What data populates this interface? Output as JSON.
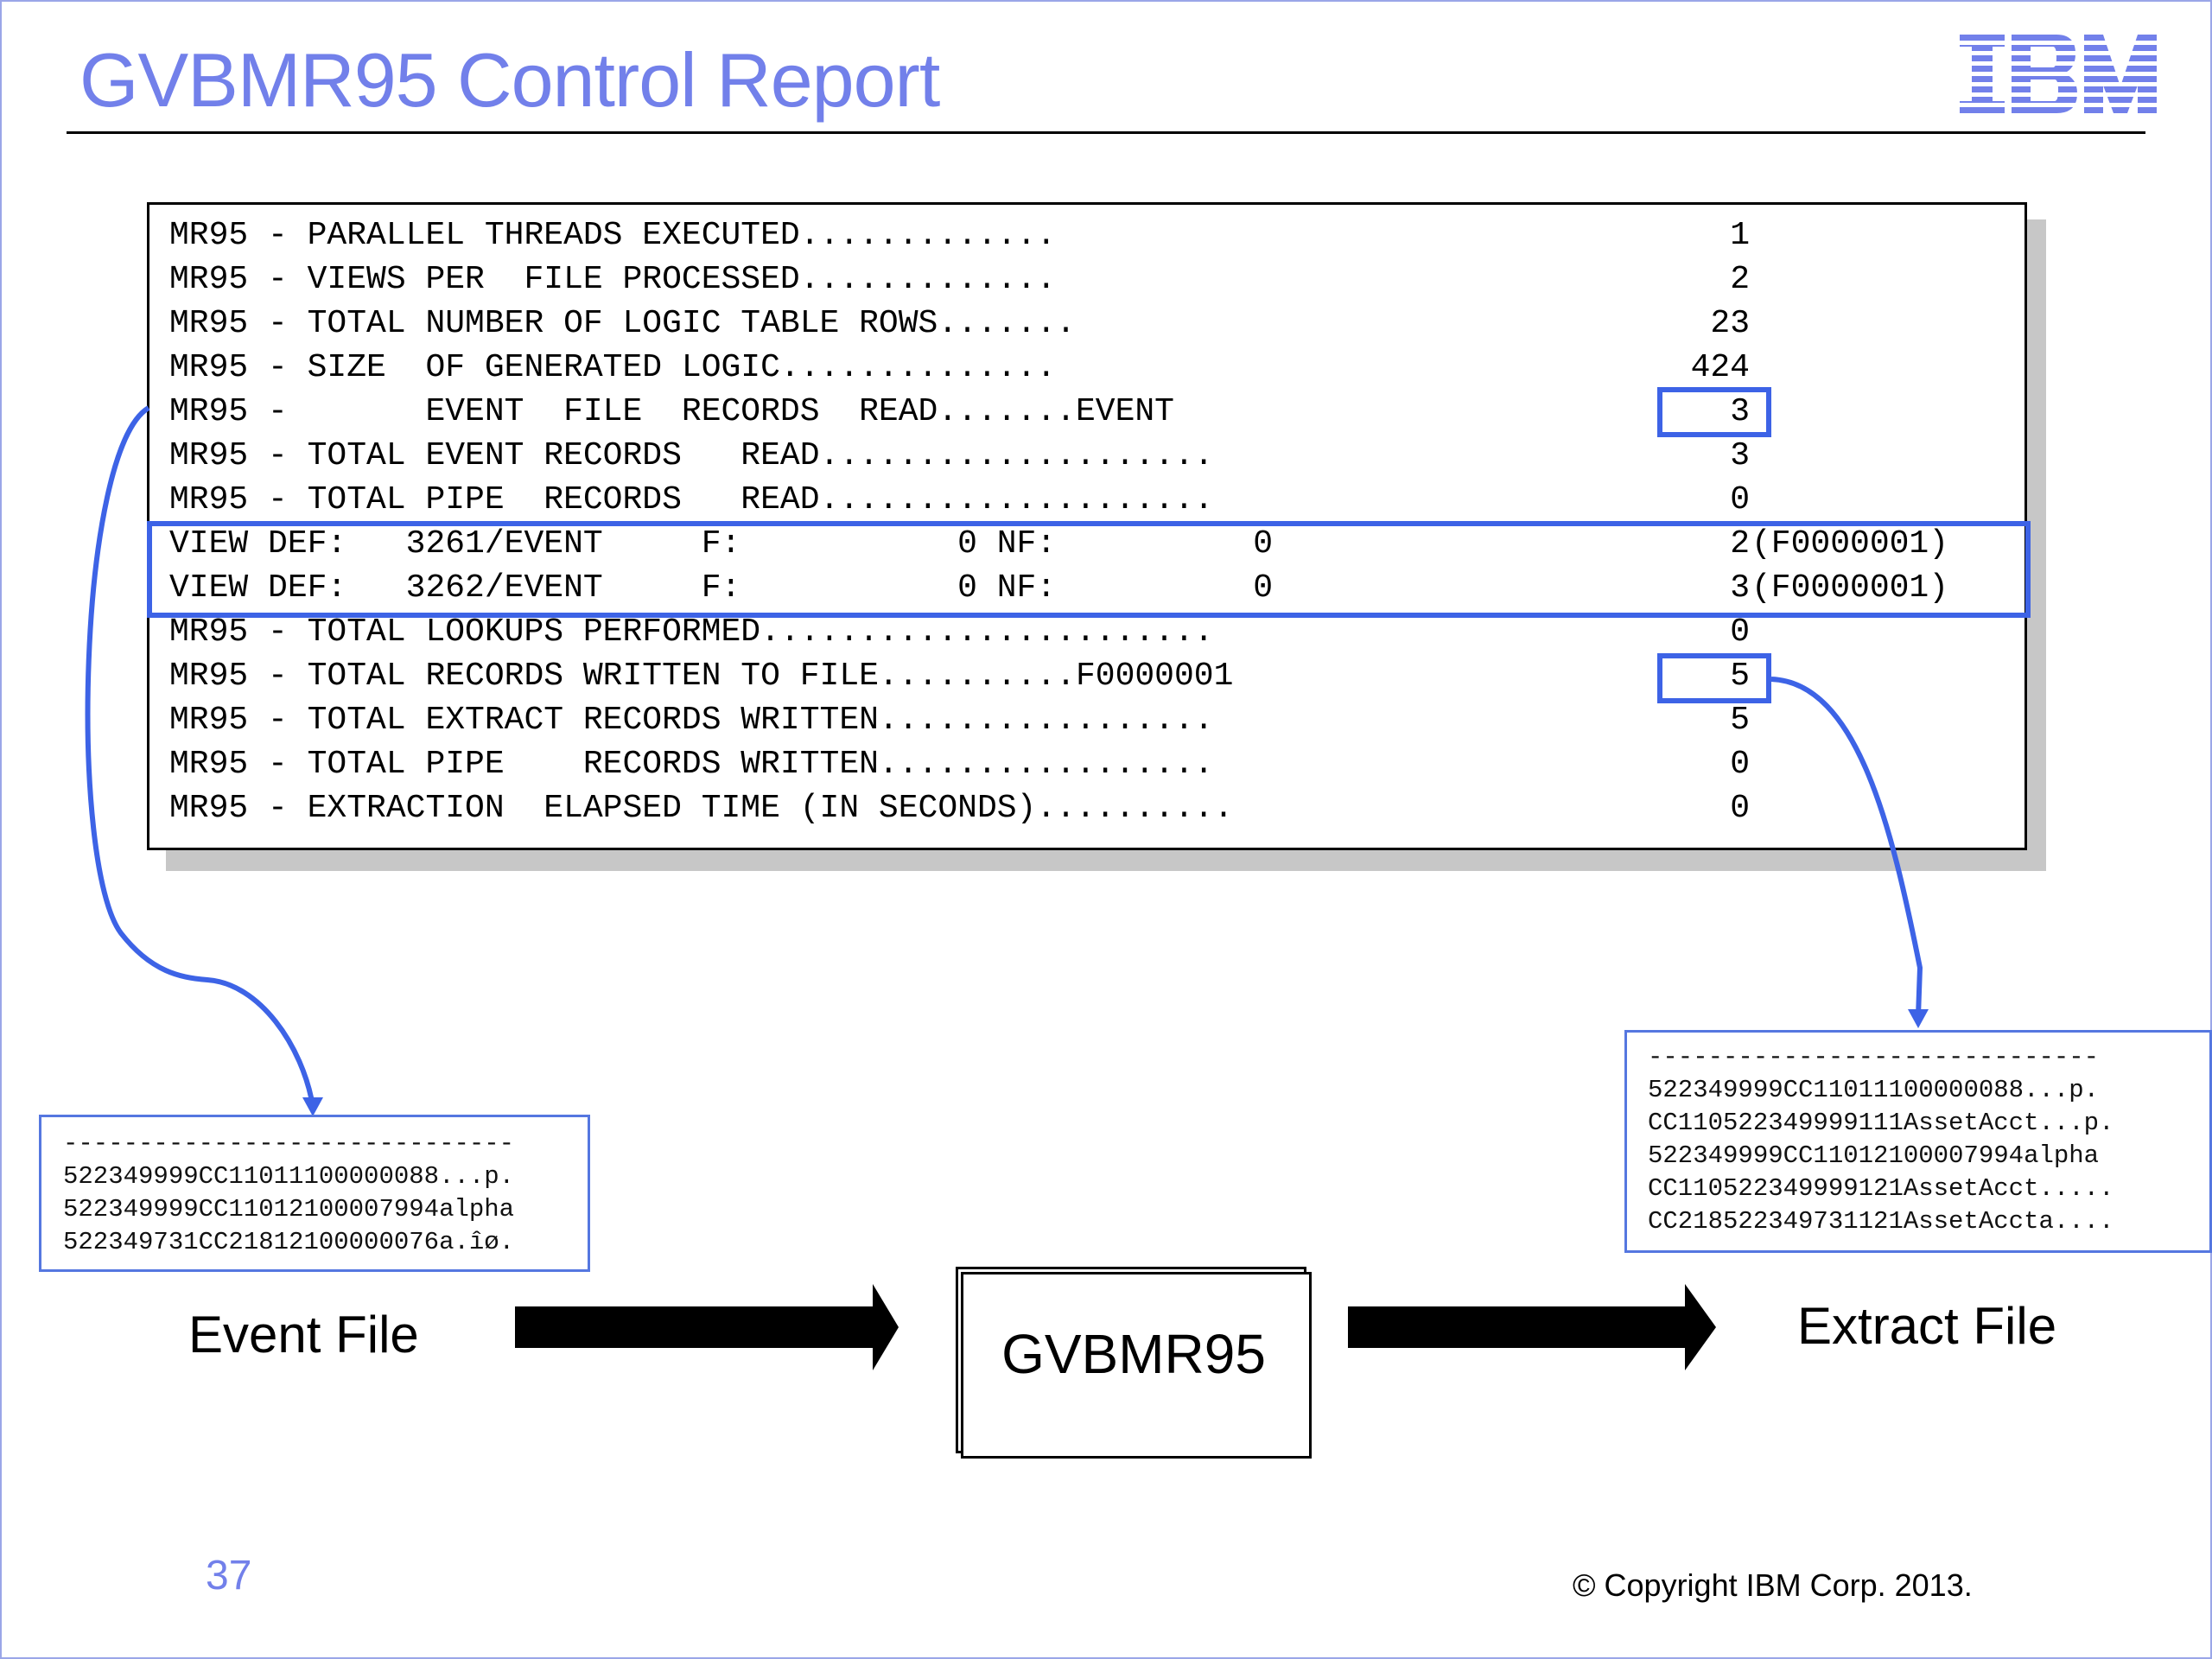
{
  "header": {
    "title": "GVBMR95 Control Report",
    "logo_text": "IBM"
  },
  "report": {
    "lines": [
      {
        "text": "MR95 - PARALLEL THREADS EXECUTED.............",
        "value": "1",
        "suffix": ""
      },
      {
        "text": "MR95 - VIEWS PER  FILE PROCESSED.............",
        "value": "2",
        "suffix": ""
      },
      {
        "text": "MR95 - TOTAL NUMBER OF LOGIC TABLE ROWS.......",
        "value": "23",
        "suffix": ""
      },
      {
        "text": "MR95 - SIZE  OF GENERATED LOGIC..............",
        "value": "424",
        "suffix": ""
      },
      {
        "text": "MR95 -       EVENT  FILE  RECORDS  READ.......EVENT",
        "value": "3",
        "suffix": ""
      },
      {
        "text": "MR95 - TOTAL EVENT RECORDS   READ....................",
        "value": "3",
        "suffix": ""
      },
      {
        "text": "MR95 - TOTAL PIPE  RECORDS   READ....................",
        "value": "0",
        "suffix": ""
      },
      {
        "text": "VIEW DEF:   3261/EVENT     F:           0 NF:          0",
        "value": "2",
        "suffix": "(F0000001)"
      },
      {
        "text": "VIEW DEF:   3262/EVENT     F:           0 NF:          0",
        "value": "3",
        "suffix": "(F0000001)"
      },
      {
        "text": "MR95 - TOTAL LOOKUPS PERFORMED.......................",
        "value": "0",
        "suffix": ""
      },
      {
        "text": "MR95 - TOTAL RECORDS WRITTEN TO FILE..........F0000001",
        "value": "5",
        "suffix": ""
      },
      {
        "text": "MR95 - TOTAL EXTRACT RECORDS WRITTEN.................",
        "value": "5",
        "suffix": ""
      },
      {
        "text": "MR95 - TOTAL PIPE    RECORDS WRITTEN.................",
        "value": "0",
        "suffix": ""
      },
      {
        "text": "MR95 - EXTRACTION  ELAPSED TIME (IN SECONDS)..........",
        "value": "0",
        "suffix": ""
      }
    ]
  },
  "event_file": {
    "label": "Event File",
    "lines": [
      "------------------------------",
      "522349999CC11011100000088...p.",
      "522349999CC11012100007994alpha",
      "522349731CC21812100000076a.îø."
    ]
  },
  "extract_file": {
    "label": "Extract File",
    "lines": [
      "------------------------------",
      "522349999CC11011100000088...p.",
      "CC110522349999111AssetAcct...p.",
      "522349999CC11012100007994alpha",
      "CC110522349999121AssetAcct.....",
      "CC218522349731121AssetAccta...."
    ]
  },
  "program": {
    "label": "GVBMR95"
  },
  "footer": {
    "page_number": "37",
    "copyright": "© Copyright IBM Corp. 2013."
  },
  "colors": {
    "title": "#7280ea",
    "highlight": "#3d63e6",
    "box_border": "#5577e0"
  }
}
